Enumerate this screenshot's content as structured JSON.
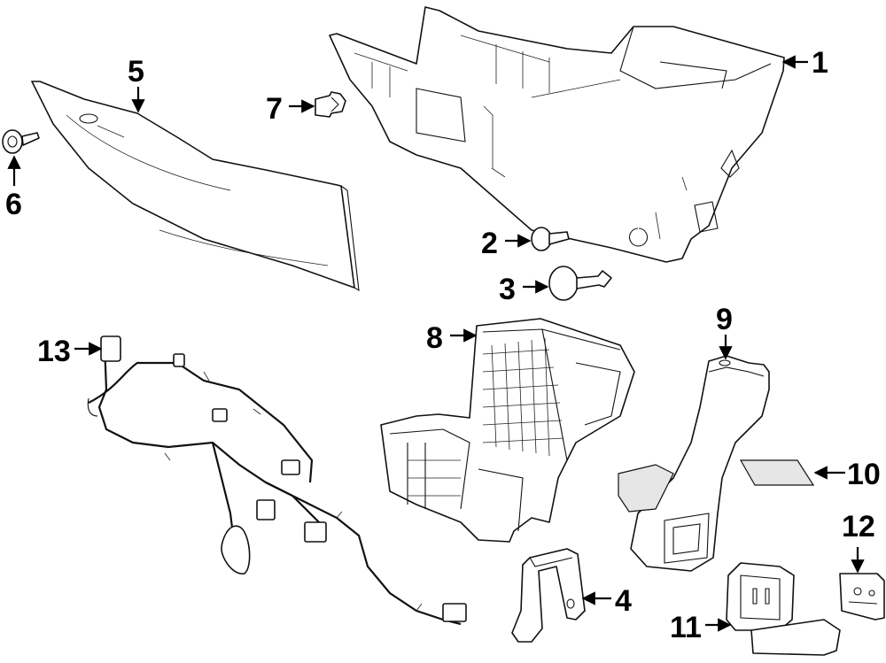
{
  "diagram": {
    "background": "#ffffff",
    "line_color": "#111111",
    "callouts": [
      {
        "id": "c1",
        "label": "1"
      },
      {
        "id": "c2",
        "label": "2"
      },
      {
        "id": "c3",
        "label": "3"
      },
      {
        "id": "c4",
        "label": "4"
      },
      {
        "id": "c5",
        "label": "5"
      },
      {
        "id": "c6",
        "label": "6"
      },
      {
        "id": "c7",
        "label": "7"
      },
      {
        "id": "c8",
        "label": "8"
      },
      {
        "id": "c9",
        "label": "9"
      },
      {
        "id": "c10",
        "label": "10"
      },
      {
        "id": "c11",
        "label": "11"
      },
      {
        "id": "c12",
        "label": "12"
      },
      {
        "id": "c13",
        "label": "13"
      }
    ]
  }
}
